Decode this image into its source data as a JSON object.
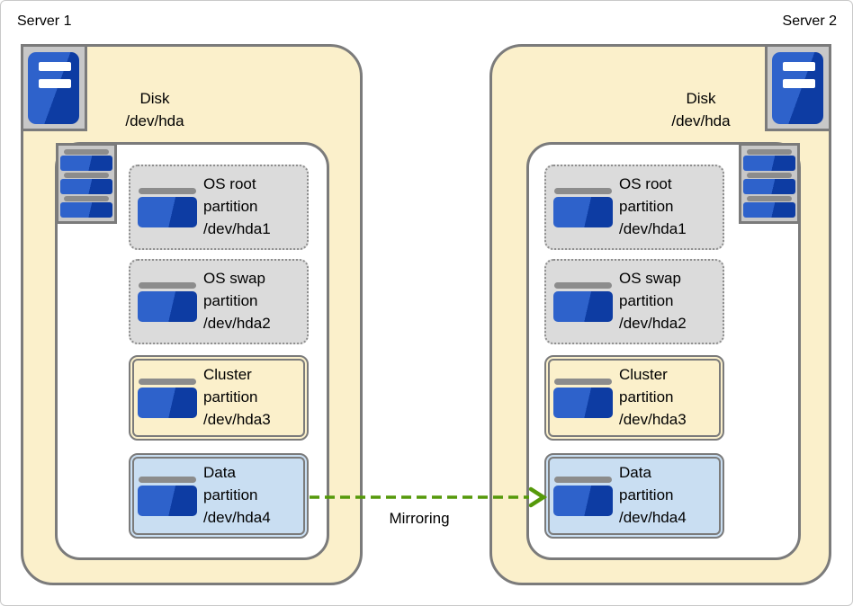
{
  "diagram": {
    "mirroring_label": "Mirroring"
  },
  "servers": [
    {
      "label": "Server 1",
      "disk": {
        "line1": "Disk",
        "line2": "/dev/hda"
      },
      "partitions": [
        {
          "name": "OS root",
          "word": "partition",
          "device": "/dev/hda1",
          "type": "os"
        },
        {
          "name": "OS swap",
          "word": "partition",
          "device": "/dev/hda2",
          "type": "os"
        },
        {
          "name": "Cluster",
          "word": "partition",
          "device": "/dev/hda3",
          "type": "cluster"
        },
        {
          "name": "Data",
          "word": "partition",
          "device": "/dev/hda4",
          "type": "data"
        }
      ]
    },
    {
      "label": "Server 2",
      "disk": {
        "line1": "Disk",
        "line2": "/dev/hda"
      },
      "partitions": [
        {
          "name": "OS root",
          "word": "partition",
          "device": "/dev/hda1",
          "type": "os"
        },
        {
          "name": "OS swap",
          "word": "partition",
          "device": "/dev/hda2",
          "type": "os"
        },
        {
          "name": "Cluster",
          "word": "partition",
          "device": "/dev/hda3",
          "type": "cluster"
        },
        {
          "name": "Data",
          "word": "partition",
          "device": "/dev/hda4",
          "type": "data"
        }
      ]
    }
  ],
  "colors": {
    "cream": "#fbf0cb",
    "pgray": "#dbdbdb",
    "pblue": "#c9def2",
    "line": "#7b7b7b",
    "dotted": "#8e8e8e",
    "icon_box": "#c8c8c8",
    "bar_gray": "#8c8c8c",
    "blue_light": "#2e62cb",
    "blue_dark": "#0d3ca3",
    "arrow_green": "#55990a",
    "canvas_border": "#c9c9c9"
  }
}
